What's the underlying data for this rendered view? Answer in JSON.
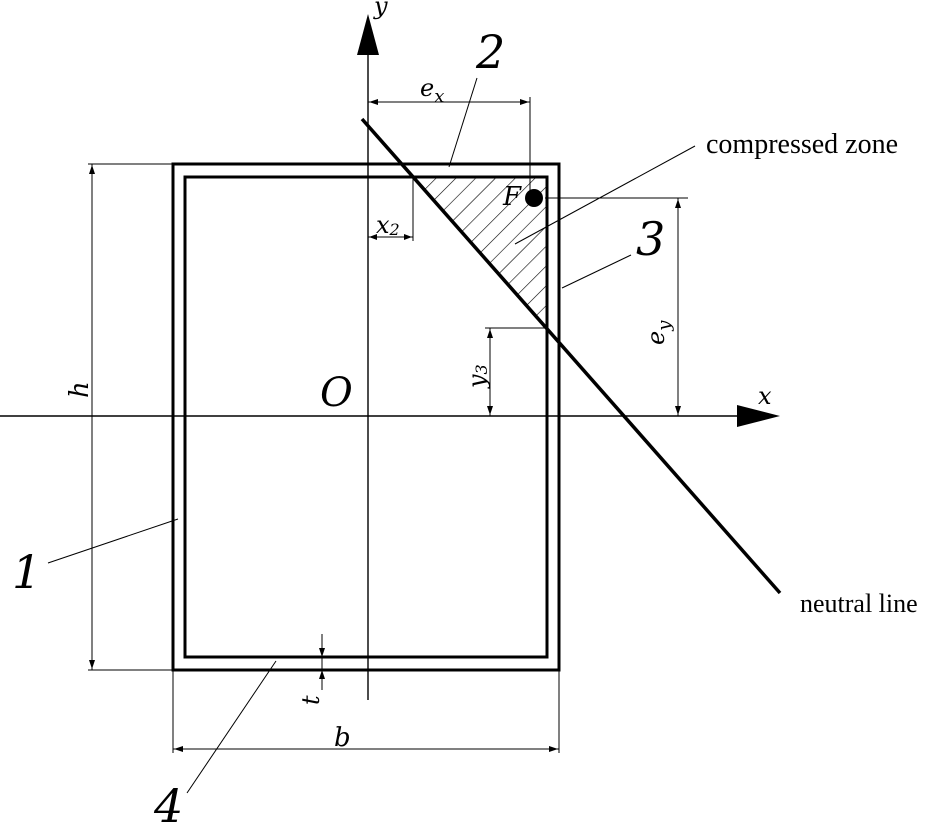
{
  "labels": {
    "y_axis": "y",
    "x_axis": "x",
    "origin": "O",
    "force": "F",
    "ex": "e",
    "ex_sub": "x",
    "ey": "e",
    "ey_sub": "y",
    "x2": "x",
    "x2_sub": "2",
    "y3": "y",
    "y3_sub": "3",
    "h": "h",
    "b": "b",
    "t": "t",
    "compressed_zone": "compressed zone",
    "neutral_line": "neutral line"
  },
  "parts": [
    "1",
    "2",
    "3",
    "4"
  ]
}
